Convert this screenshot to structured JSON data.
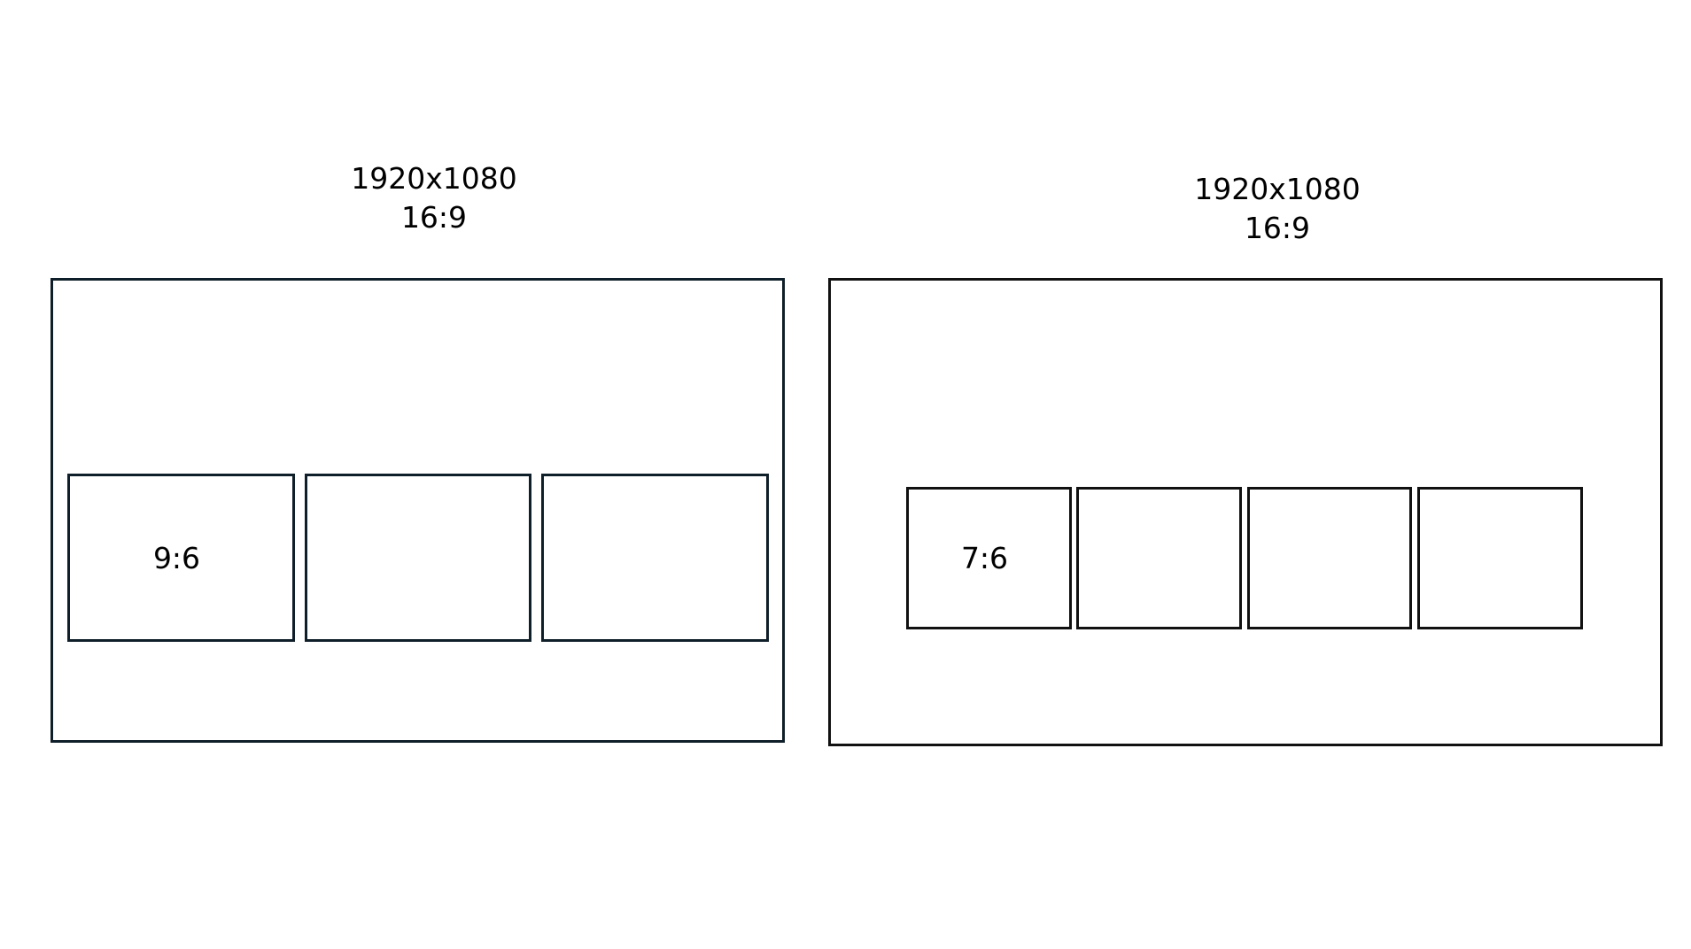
{
  "left": {
    "resolution": "1920x1080",
    "aspect": "16:9",
    "panels": [
      {
        "label": "9:6"
      },
      {
        "label": ""
      },
      {
        "label": ""
      }
    ]
  },
  "right": {
    "resolution": "1920x1080",
    "aspect": "16:9",
    "panels": [
      {
        "label": "7:6"
      },
      {
        "label": ""
      },
      {
        "label": ""
      },
      {
        "label": ""
      }
    ]
  }
}
